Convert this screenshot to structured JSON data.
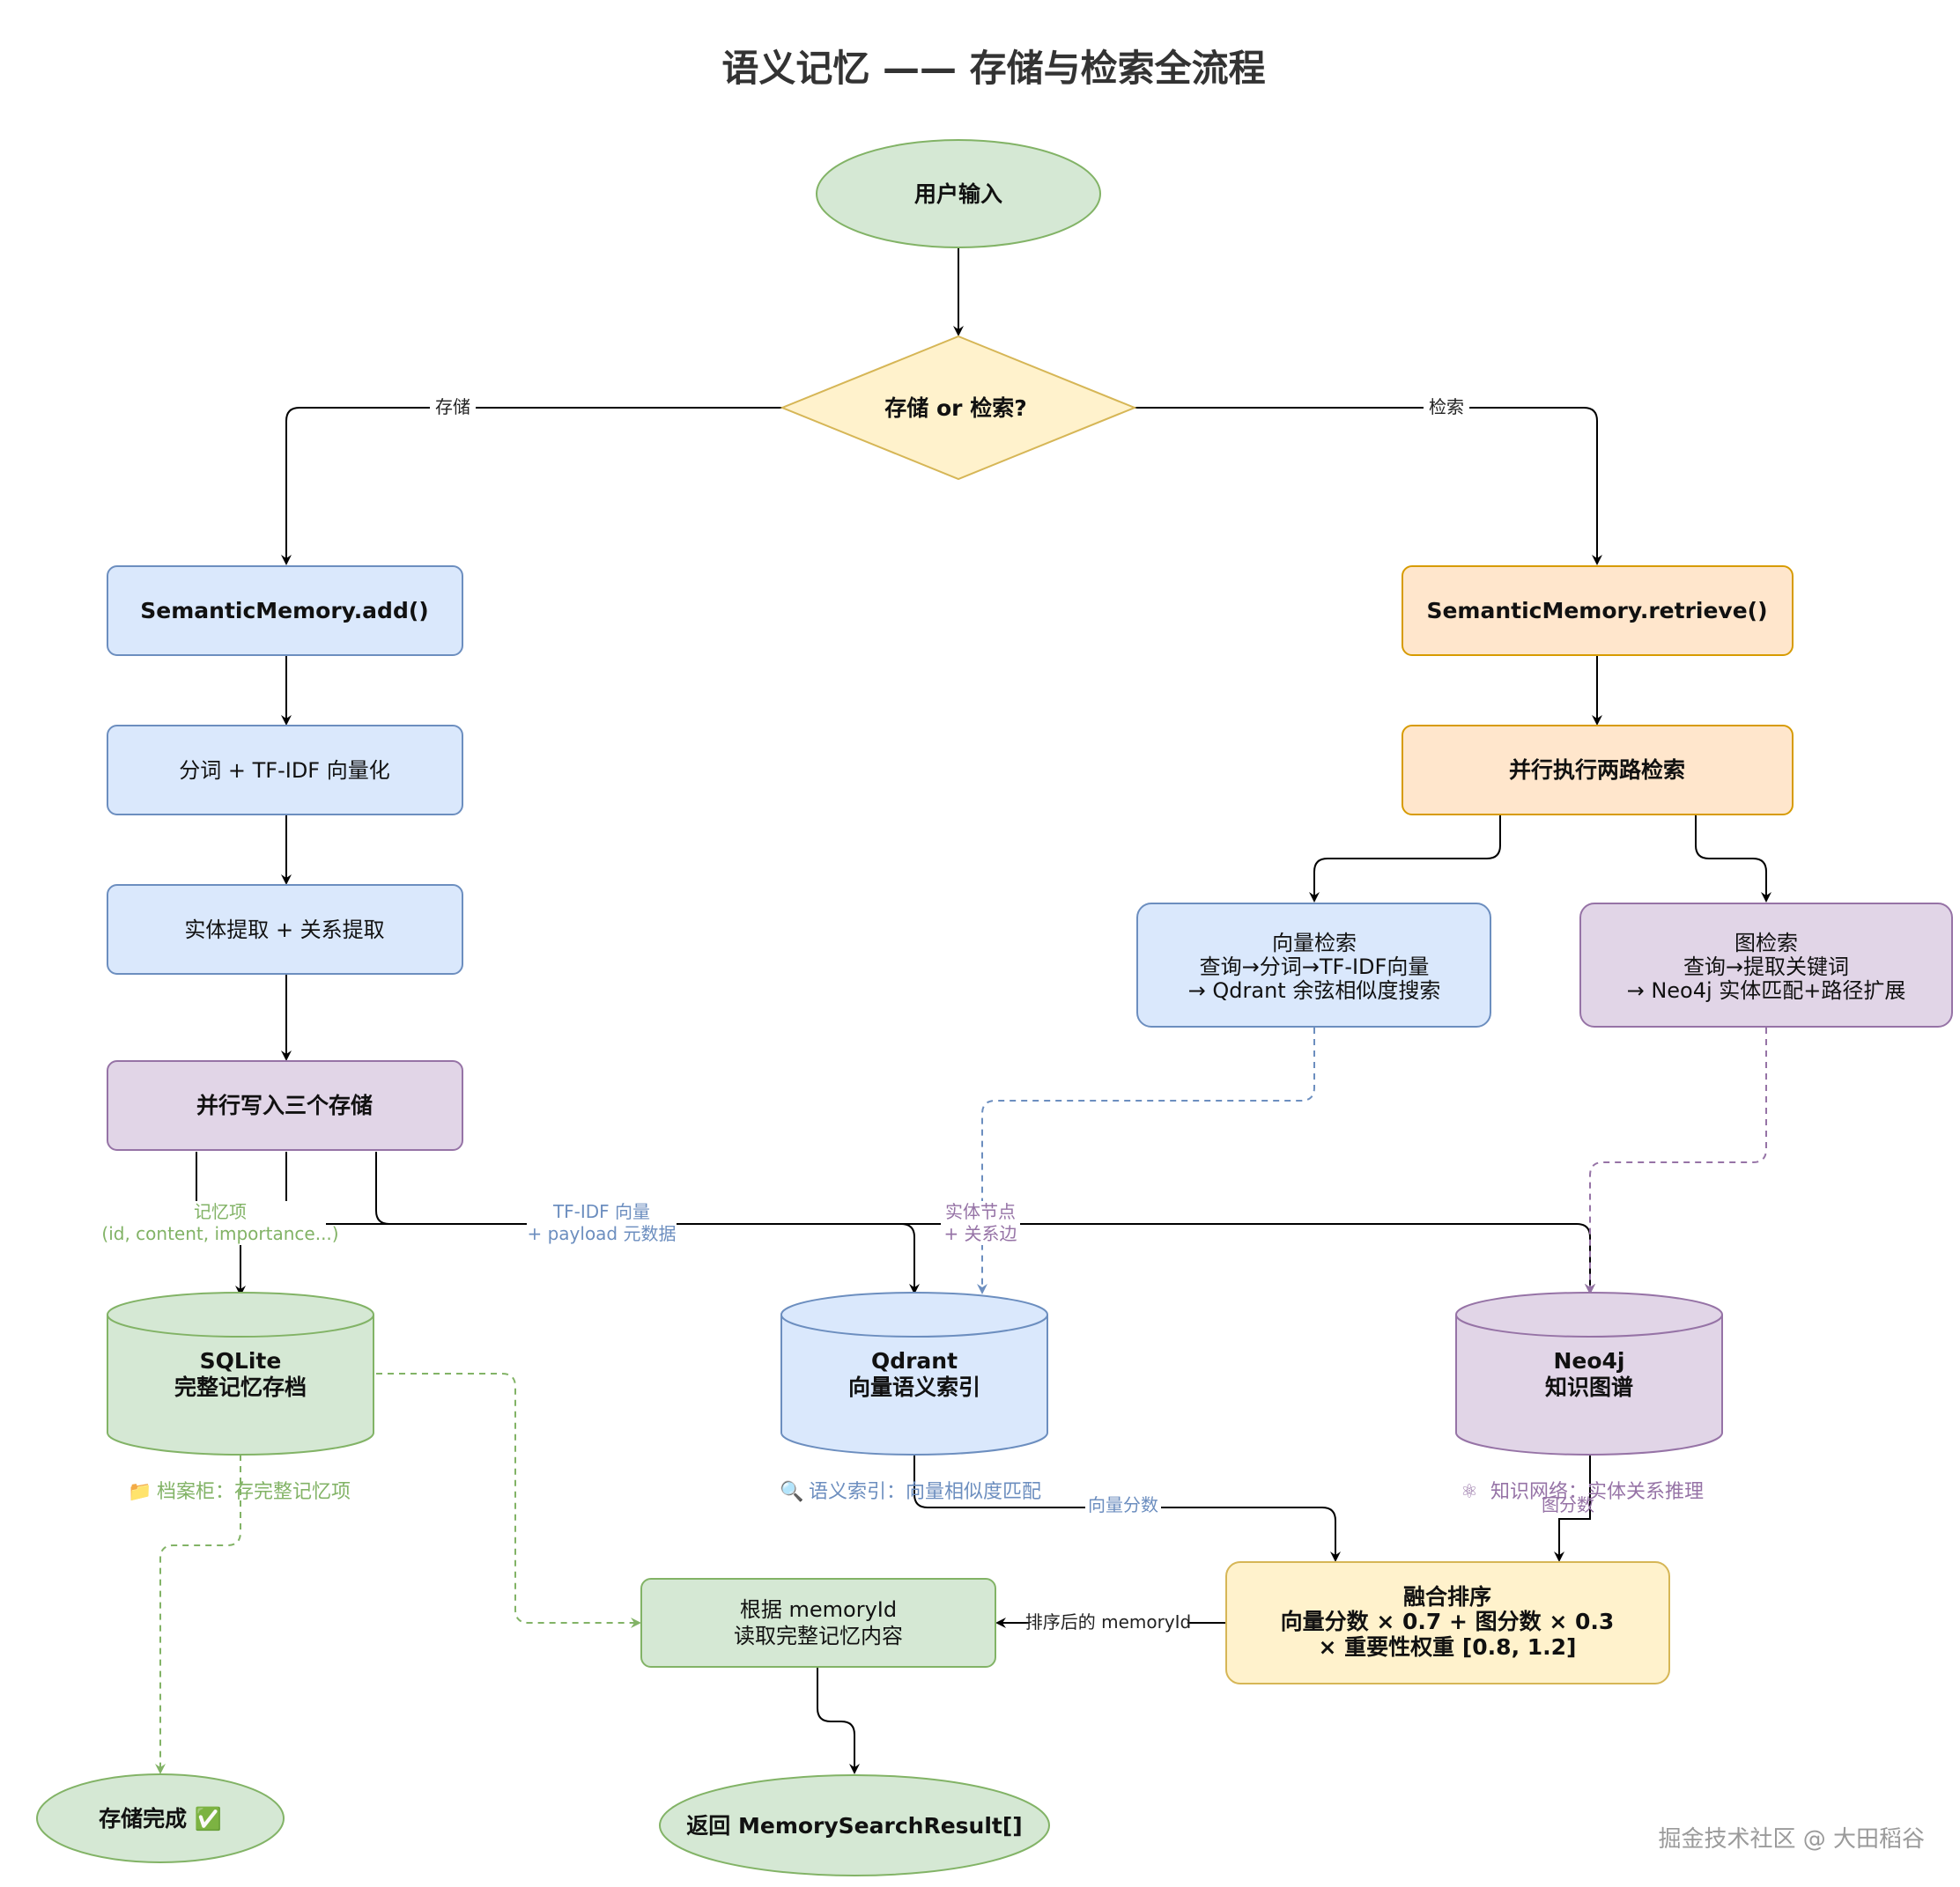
{
  "title": "语义记忆 —— 存储与检索全流程",
  "nodes": {
    "user_input": "用户输入",
    "decision": "存储 or 检索?",
    "add": "SemanticMemory.add()",
    "tokenize": "分词 + TF-IDF 向量化",
    "extract": "实体提取 + 关系提取",
    "parallel_write": "并行写入三个存储",
    "retrieve": "SemanticMemory.retrieve()",
    "parallel_search": "并行执行两路检索",
    "vector_search": [
      "向量检索",
      "查询→分词→TF-IDF向量",
      "→ Qdrant 余弦相似度搜索"
    ],
    "graph_search": [
      "图检索",
      "查询→提取关键词",
      "→ Neo4j 实体匹配+路径扩展"
    ],
    "sqlite": [
      "SQLite",
      "完整记忆存档"
    ],
    "qdrant": [
      "Qdrant",
      "向量语义索引"
    ],
    "neo4j": [
      "Neo4j",
      "知识图谱"
    ],
    "fusion": [
      "融合排序",
      "向量分数 × 0.7 + 图分数 × 0.3",
      "× 重要性权重 [0.8, 1.2]"
    ],
    "read_full": [
      "根据 memoryId",
      "读取完整记忆内容"
    ],
    "store_done": "存储完成 ✅",
    "return_result": "返回 MemorySearchResult[]"
  },
  "edge_labels": {
    "store": "存储",
    "search": "检索",
    "memory_item": [
      "记忆项",
      "(id, content, importance...)"
    ],
    "tfidf_vector": [
      "TF-IDF 向量",
      "+ payload 元数据"
    ],
    "entity_nodes": [
      "实体节点",
      "+ 关系边"
    ],
    "vector_score": "向量分数",
    "graph_score": "图分数",
    "sorted_ids": "排序后的 memoryId"
  },
  "captions": {
    "sqlite": "档案柜：存完整记忆项",
    "qdrant": "语义索引：向量相似度匹配",
    "neo4j": "知识网络：实体关系推理"
  },
  "watermark": "掘金技术社区 @ 大田稻谷",
  "colors": {
    "green_fill": "#d5e8d4",
    "green_stroke": "#82b366",
    "yellow_fill": "#fff2cc",
    "yellow_stroke": "#d6b656",
    "blue_fill": "#dae8fc",
    "blue_stroke": "#6c8ebf",
    "orange_fill": "#ffe6cc",
    "orange_stroke": "#d79b00",
    "purple_fill": "#e1d5e7",
    "purple_stroke": "#9673a6"
  }
}
